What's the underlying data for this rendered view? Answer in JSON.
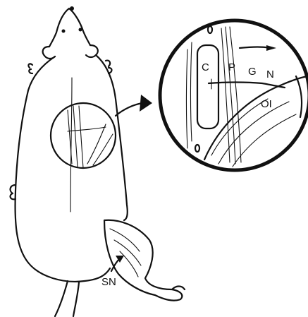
{
  "labels": {
    "c": "C",
    "p": "P",
    "g": "G",
    "n": "N",
    "oi": "OI",
    "sn": "SN"
  },
  "colors": {
    "ink": "#111111",
    "background": "#ffffff"
  }
}
